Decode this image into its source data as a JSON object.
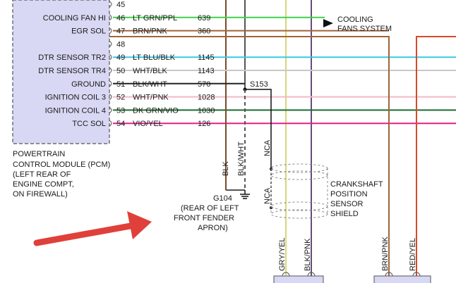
{
  "pcm": {
    "pins": [
      {
        "pin": "45",
        "label": "",
        "wire": "",
        "circuit": "",
        "color": ""
      },
      {
        "pin": "46",
        "label": "COOLING FAN HI",
        "wire": "LT GRN/PPL",
        "circuit": "639",
        "color": "#3fd14a"
      },
      {
        "pin": "47",
        "label": "EGR SOL",
        "wire": "BRN/PNK",
        "circuit": "360",
        "color": "#a0643a"
      },
      {
        "pin": "48",
        "label": "",
        "wire": "",
        "circuit": "",
        "color": ""
      },
      {
        "pin": "49",
        "label": "DTR SENSOR TR2",
        "wire": "LT BLU/BLK",
        "circuit": "1145",
        "color": "#39c8e6"
      },
      {
        "pin": "50",
        "label": "DTR SENSOR TR4",
        "wire": "WHT/BLK",
        "circuit": "1143",
        "color": "#c8c8c8"
      },
      {
        "pin": "51",
        "label": "GROUND",
        "wire": "BLK/WHT",
        "circuit": "570",
        "color": "#222222"
      },
      {
        "pin": "52",
        "label": "IGNITION COIL 3",
        "wire": "WHT/PNK",
        "circuit": "1028",
        "color": "#f4b8c8"
      },
      {
        "pin": "53",
        "label": "IGNITION COIL 4",
        "wire": "DK GRN/VIO",
        "circuit": "1030",
        "color": "#1e6b2e"
      },
      {
        "pin": "54",
        "label": "TCC SOL",
        "wire": "VIO/YEL",
        "circuit": "126",
        "color": "#e0208c"
      }
    ],
    "description": [
      "POWERTRAIN",
      "CONTROL MODULE (PCM)",
      "(LEFT REAR OF",
      "ENGINE COMPT,",
      "ON FIREWALL)"
    ]
  },
  "cooling_fans": [
    "COOLING",
    "FANS SYSTEM"
  ],
  "splice": "S153",
  "ground": {
    "id": "G104",
    "location": [
      "(REAR OF LEFT",
      "FRONT FENDER",
      "APRON)"
    ]
  },
  "ground_wires": [
    "BLK",
    "BLK/WHT"
  ],
  "nca_labels": [
    "NCA",
    "NCA"
  ],
  "crank_shield": [
    "CRANKSHAFT",
    "POSITION",
    "SENSOR",
    "SHIELD"
  ],
  "bottom_wires": [
    "GRY/YEL",
    "BLK/PNK",
    "BRN/PNK",
    "RED/YEL"
  ],
  "colors": {
    "pcm_fill": "#d8d8f4",
    "arrow": "#e0403a",
    "gry_yel": "#d6d67a",
    "blk_pnk": "#6a4a7a",
    "brn_pnk": "#a0643a",
    "red_yel": "#d84a28"
  }
}
